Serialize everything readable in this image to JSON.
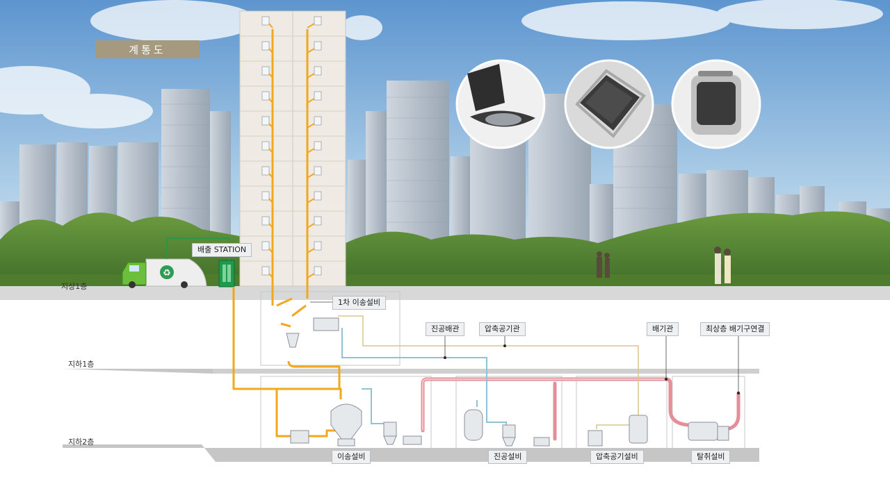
{
  "title": "계통도",
  "labels": {
    "discharge_station": "배출 STATION",
    "primary_transfer": "1차 이송설비",
    "vacuum_pipe": "진공배관",
    "compressed_air_pipe": "압축공기관",
    "exhaust_pipe": "배기관",
    "top_floor_vent": "최상층 배기구연결"
  },
  "floors": {
    "ground1": "지상1층",
    "basement1": "지하1층",
    "basement2": "지하2층"
  },
  "equipment": {
    "transfer": "이송설비",
    "vacuum": "진공설비",
    "compressed_air": "압축공기설비",
    "deodorization": "탈취설비"
  },
  "colors": {
    "waste_pipe": "#f2a81d",
    "vacuum_pipe": "#8fc3d3",
    "air_pipe": "#d9c58b",
    "exhaust_pipe": "#e48f97",
    "station_green": "#1d9a4b",
    "title_badge": "#a59a7f"
  },
  "insets": [
    "waste-inlet-open-icon",
    "waste-inlet-closed-icon",
    "waste-inlet-panel-icon"
  ]
}
